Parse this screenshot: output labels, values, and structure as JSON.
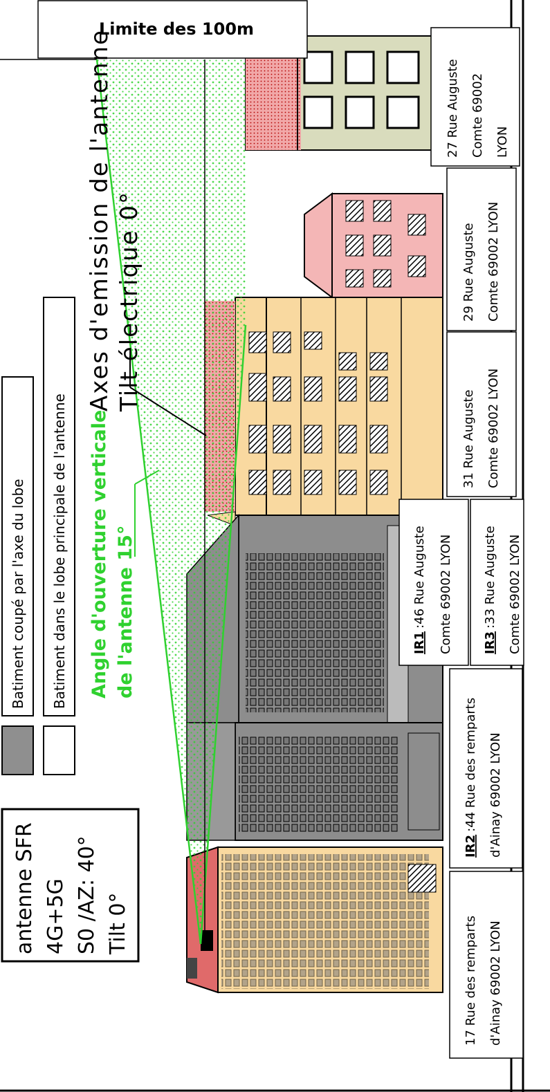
{
  "limit_label": "Limite des 100m",
  "antenna_info": [
    "antenne SFR",
    "4G+5G",
    "S0 /AZ: 40°",
    "Tilt 0°"
  ],
  "legend": {
    "cut_by_axis": "Batiment coupé par l'axe du lobe",
    "in_main_lobe": "Batiment dans le lobe principale de l'antenne",
    "cut_color": "#8f8f8f",
    "lobe_color": "#ffffff"
  },
  "aperture": {
    "line1": "Angle d'ouverture verticale",
    "line2": "de l'antenne 15°",
    "color": "#2fd12f"
  },
  "emission_axis": {
    "line1": "Axes d'emission de l'antenne",
    "line2": "Tilt électrique 0°"
  },
  "addresses": [
    {
      "prefix": "",
      "lines": [
        "27 Rue Auguste",
        "Comte 69002",
        "LYON"
      ]
    },
    {
      "prefix": "",
      "lines": [
        "29 Rue Auguste",
        "Comte 69002 LYON"
      ]
    },
    {
      "prefix": "",
      "lines": [
        "31 Rue Auguste",
        "Comte 69002 LYON"
      ]
    },
    {
      "prefix": "IR1",
      "lines": [
        ":46 Rue Auguste",
        "Comte 69002 LYON"
      ]
    },
    {
      "prefix": "IR3",
      "lines": [
        ":33 Rue Auguste",
        "Comte 69002 LYON"
      ]
    },
    {
      "prefix": "IR2",
      "lines": [
        ":44 Rue des remparts",
        "d'Ainay 69002 LYON"
      ]
    },
    {
      "prefix": "",
      "lines": [
        "17 Rue des remparts",
        "d'Ainay 69002 LYON"
      ]
    }
  ],
  "colors": {
    "cream": "#f9d9a0",
    "grey": "#8d8d8d",
    "pink": "#f0a0a0",
    "beige": "#d9dcbd",
    "roof_red": "#e06a6a",
    "lobe_green": "#2fd12f"
  }
}
